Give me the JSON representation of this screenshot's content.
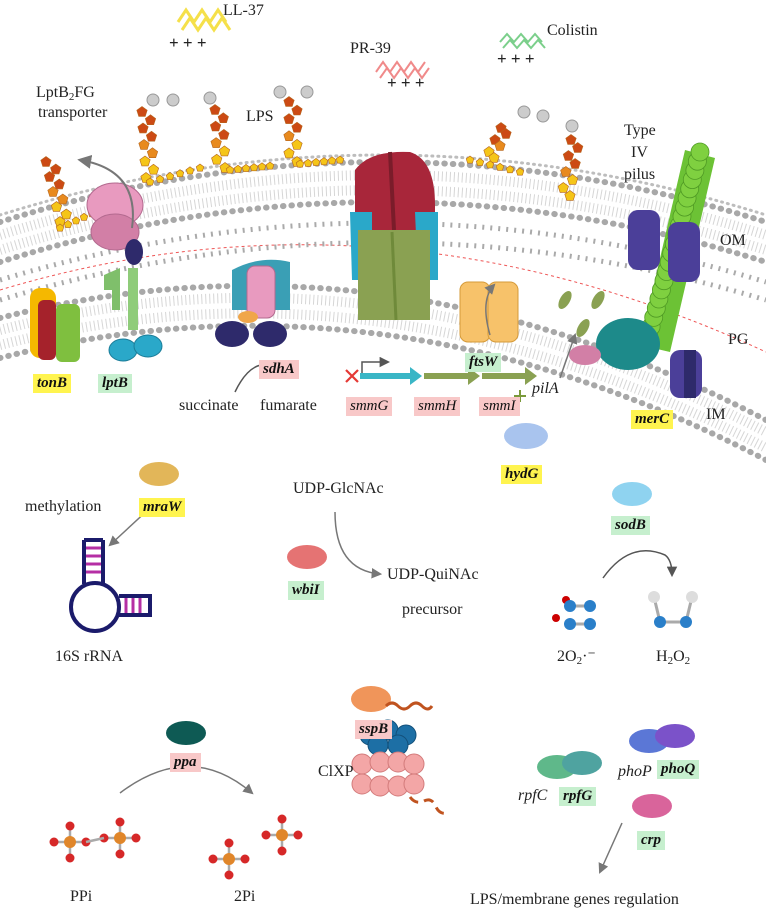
{
  "labels": {
    "ll37": "LL-37",
    "pr39": "PR-39",
    "colistin": "Colistin",
    "lps": "LPS",
    "lpt_prefix": "LptB",
    "lpt_sub": "2",
    "lpt_suffix": "FG",
    "lpt_line2": "transporter",
    "type4_l1": "Type",
    "type4_l2": "IV",
    "type4_l3": "pilus",
    "om": "OM",
    "pg": "PG",
    "im": "IM",
    "succinate": "succinate",
    "fumarate": "fumarate",
    "pilA": "pilA",
    "methylation": "methylation",
    "udp_glcnac": "UDP-GlcNAc",
    "udp_quinac": "UDP-QuiNAc",
    "precursor": "precursor",
    "rrna": "16S rRNA",
    "superoxide": "2O",
    "superoxide_sub": "2",
    "superoxide_sup": "·⁻",
    "h2o2_h": "H",
    "h2o2_sub1": "2",
    "h2o2_o": "O",
    "h2o2_sub2": "2",
    "clxp": "ClXP",
    "ppi": "PPi",
    "two_pi": "2Pi",
    "phoP": "phoP",
    "rpfC": "rpfC",
    "lps_reg": "LPS/membrane genes regulation",
    "plus": "+ + +",
    "minus": "- -"
  },
  "genes": {
    "tonB": "tonB",
    "lptB": "lptB",
    "sdhA": "sdhA",
    "smmG": "smmG",
    "smmH": "smmH",
    "smmI": "smmI",
    "ftsW": "ftsW",
    "hydG": "hydG",
    "merC": "merC",
    "mraW": "mraW",
    "wbiI": "wbiI",
    "sodB": "sodB",
    "sspB": "sspB",
    "ppa": "ppa",
    "rpfG": "rpfG",
    "phoQ": "phoQ",
    "crp": "crp"
  },
  "colors": {
    "highlight_yellow": "#fff44f",
    "highlight_green": "#c6efce",
    "highlight_pink": "#f8c8c8",
    "membrane_head": "#b3b3b3"
  }
}
